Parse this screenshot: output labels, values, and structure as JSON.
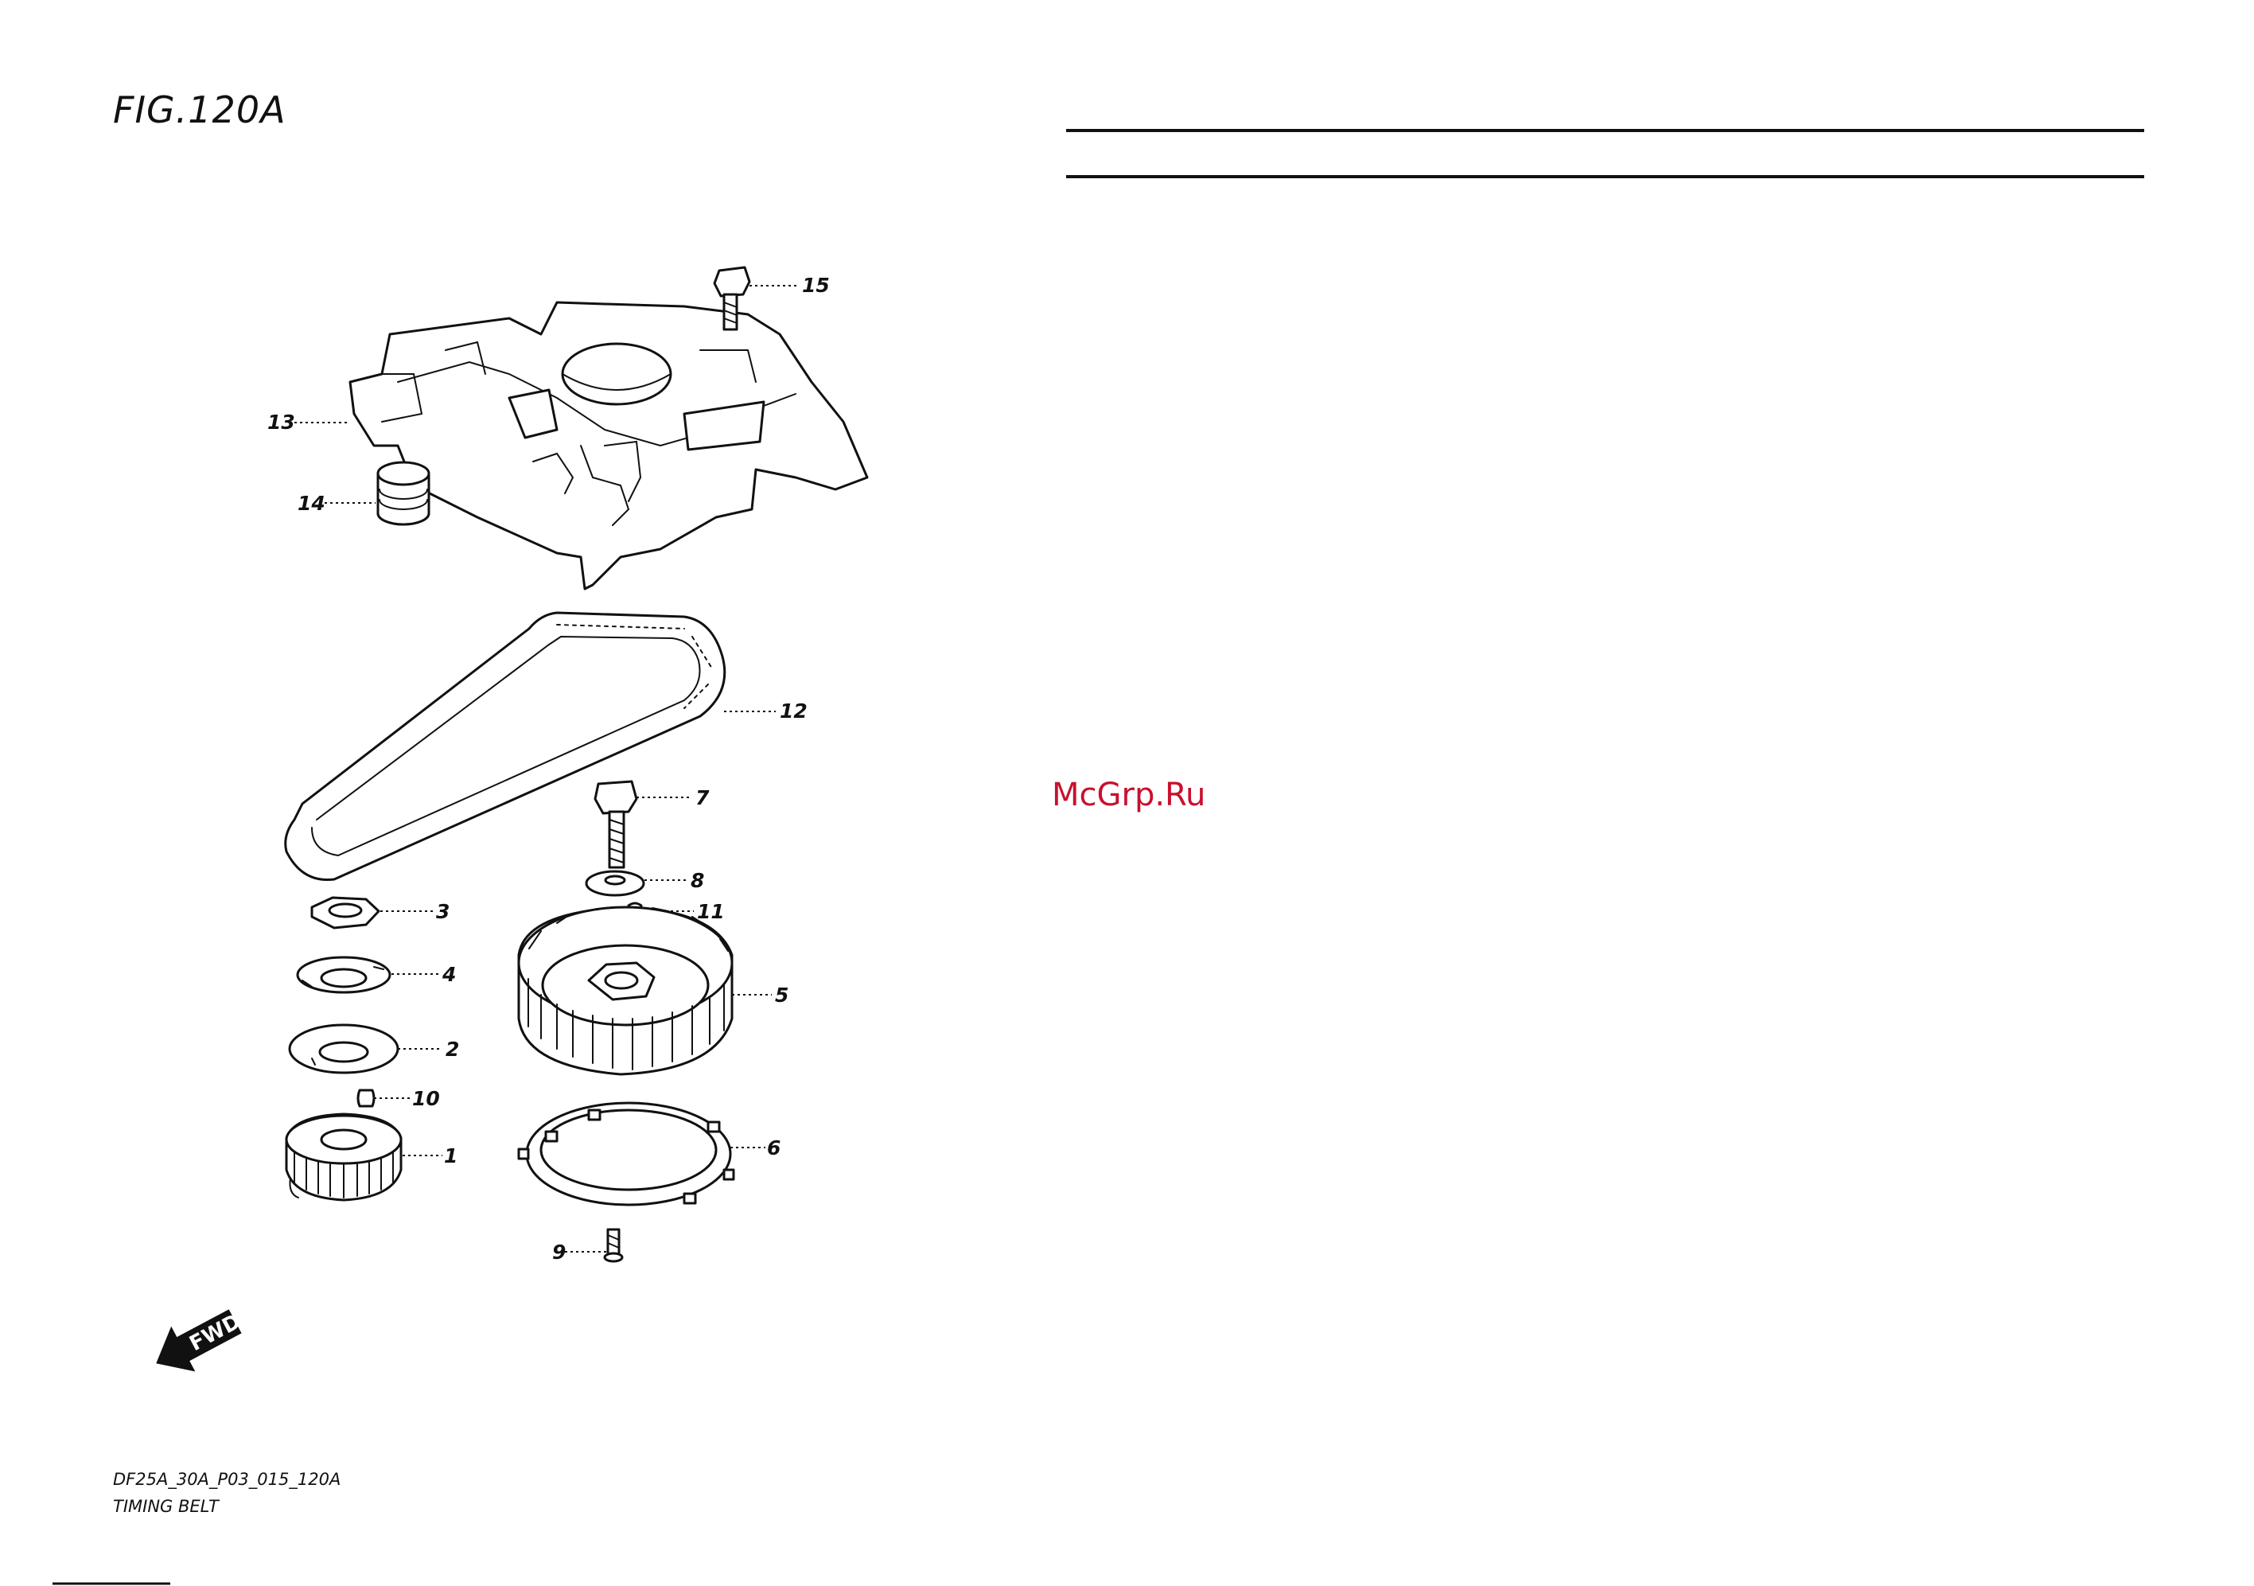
{
  "figure": {
    "title": "FIG.120A"
  },
  "watermark": {
    "text": "McGrp.Ru",
    "color": "#c8102e"
  },
  "footer": {
    "code": "DF25A_30A_P03_015_120A",
    "name": "TIMING BELT"
  },
  "fwd_arrow": {
    "label": "FWD"
  },
  "callouts": [
    "15",
    "13",
    "14",
    "12",
    "7",
    "8",
    "11",
    "3",
    "4",
    "5",
    "2",
    "10",
    "1",
    "6",
    "9"
  ],
  "colors": {
    "ink": "#111111",
    "watermark": "#c8102e",
    "paper": "#ffffff"
  },
  "icons": {
    "fwd": "fwd-arrow-icon"
  }
}
